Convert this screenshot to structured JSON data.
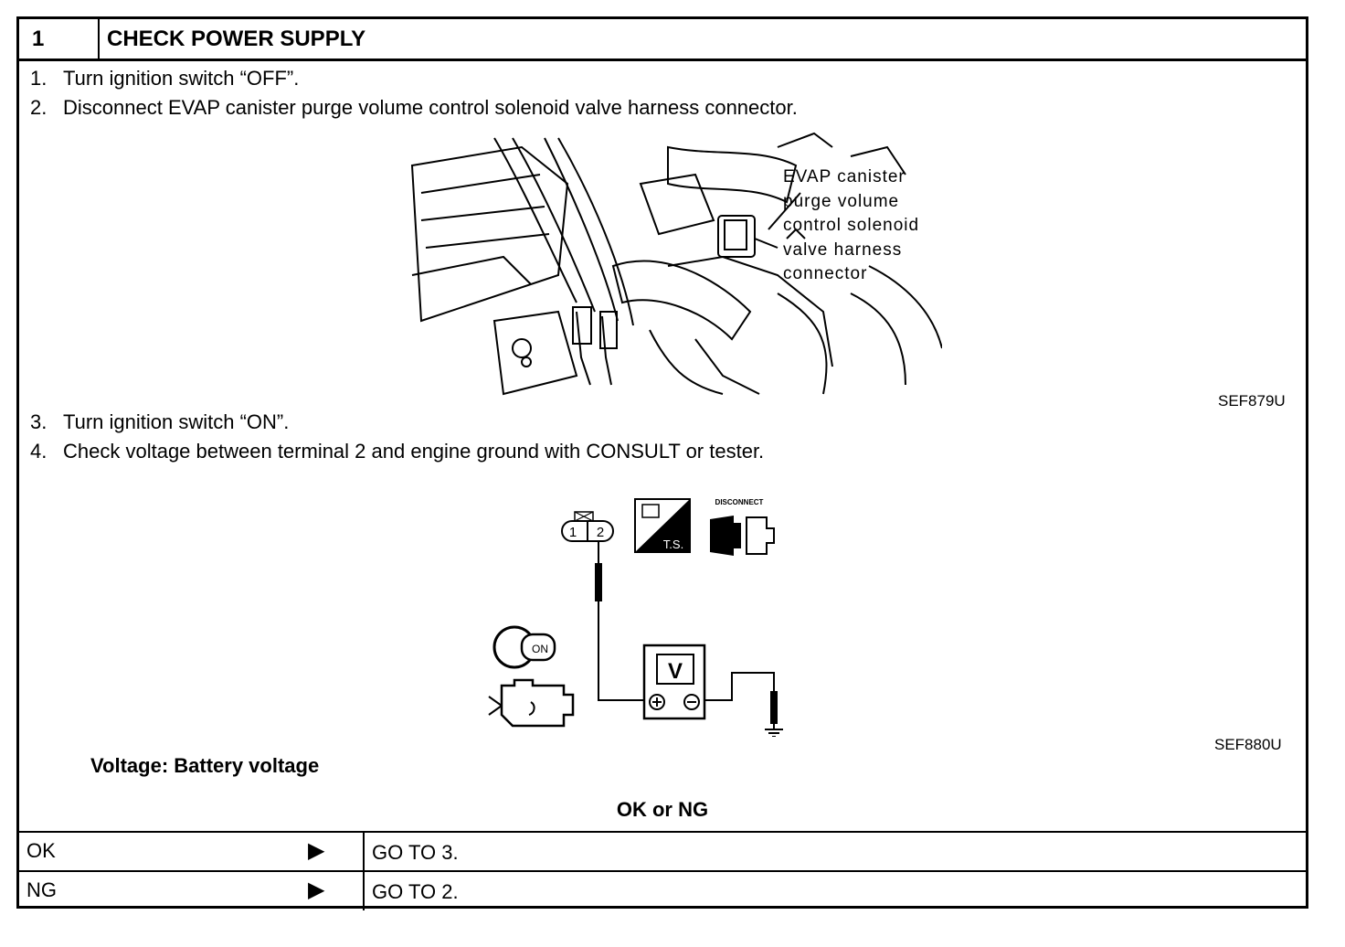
{
  "header": {
    "step_number": "1",
    "title": "CHECK POWER SUPPLY"
  },
  "steps_a": [
    {
      "n": "1.",
      "text": "Turn ignition switch “OFF”."
    },
    {
      "n": "2.",
      "text": "Disconnect EVAP canister purge volume control solenoid valve harness connector."
    }
  ],
  "figure1": {
    "callout": "EVAP canister\npurge volume\ncontrol solenoid\nvalve harness\nconnector",
    "code": "SEF879U"
  },
  "steps_b": [
    {
      "n": "3.",
      "text": "Turn ignition switch “ON”."
    },
    {
      "n": "4.",
      "text": "Check voltage between terminal 2 and engine ground with CONSULT or tester."
    }
  ],
  "figure2": {
    "terminal_1": "1",
    "terminal_2": "2",
    "ts_label": "T.S.",
    "disconnect_label": "DISCONNECT",
    "ignition_label": "ON",
    "meter_label": "V",
    "code": "SEF880U"
  },
  "spec": "Voltage: Battery voltage",
  "question": "OK or NG",
  "results": [
    {
      "label": "OK",
      "arrow": "▶",
      "action": "GO TO 3."
    },
    {
      "label": "NG",
      "arrow": "▶",
      "action": "GO TO 2."
    }
  ]
}
